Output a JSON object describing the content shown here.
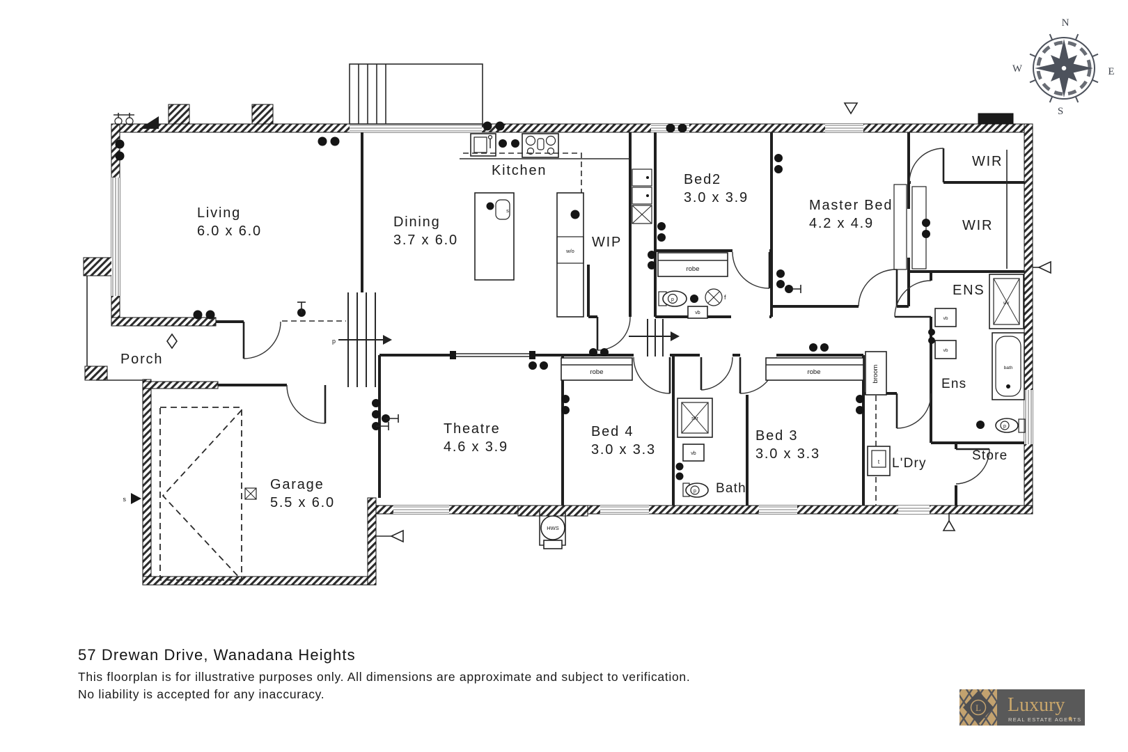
{
  "address": "57 Drewan Drive, Wanadana Heights",
  "disclaimer_line1": "This floorplan is for illustrative purposes only. All dimensions are approximate and subject to verification.",
  "disclaimer_line2": "No liability is accepted for any inaccuracy.",
  "compass": {
    "n": "N",
    "e": "E",
    "s": "S",
    "w": "W"
  },
  "rooms": {
    "living": {
      "name": "Living",
      "dims": "6.0 x 6.0"
    },
    "dining": {
      "name": "Dining",
      "dims": "3.7 x 6.0"
    },
    "kitchen": {
      "name": "Kitchen"
    },
    "wip": {
      "name": "WIP"
    },
    "bed2": {
      "name": "Bed2",
      "dims": "3.0 x 3.9"
    },
    "master": {
      "name": "Master Bed",
      "dims": "4.2 x 4.9"
    },
    "wir_top": {
      "name": "WIR"
    },
    "wir_side": {
      "name": "WIR"
    },
    "ens_upper": {
      "name": "ENS"
    },
    "ens_lower": {
      "name": "Ens"
    },
    "theatre": {
      "name": "Theatre",
      "dims": "4.6 x 3.9"
    },
    "bed4": {
      "name": "Bed 4",
      "dims": "3.0 x 3.3"
    },
    "bed3": {
      "name": "Bed 3",
      "dims": "3.0 x 3.3"
    },
    "bath": {
      "name": "Bath"
    },
    "laundry": {
      "name": "L'Dry"
    },
    "store": {
      "name": "Store"
    },
    "porch": {
      "name": "Porch"
    },
    "garage": {
      "name": "Garage",
      "dims": "5.5 x 6.0"
    }
  },
  "fixtures": {
    "robe": "robe",
    "broom": "broom",
    "shr": "shr",
    "bath": "bath",
    "vb": "vb",
    "p": "p",
    "t": "t",
    "f": "f",
    "wo": "w/o",
    "hws": "HWS",
    "s": "s"
  },
  "logo": {
    "brand": "Luxury",
    "tagline": "REAL ESTATE AGENTS",
    "monogram": "L",
    "gold": "#c3a26f",
    "bg": "#595959"
  },
  "colors": {
    "wall": "#2b2b2b",
    "compass": "#4d525c"
  }
}
